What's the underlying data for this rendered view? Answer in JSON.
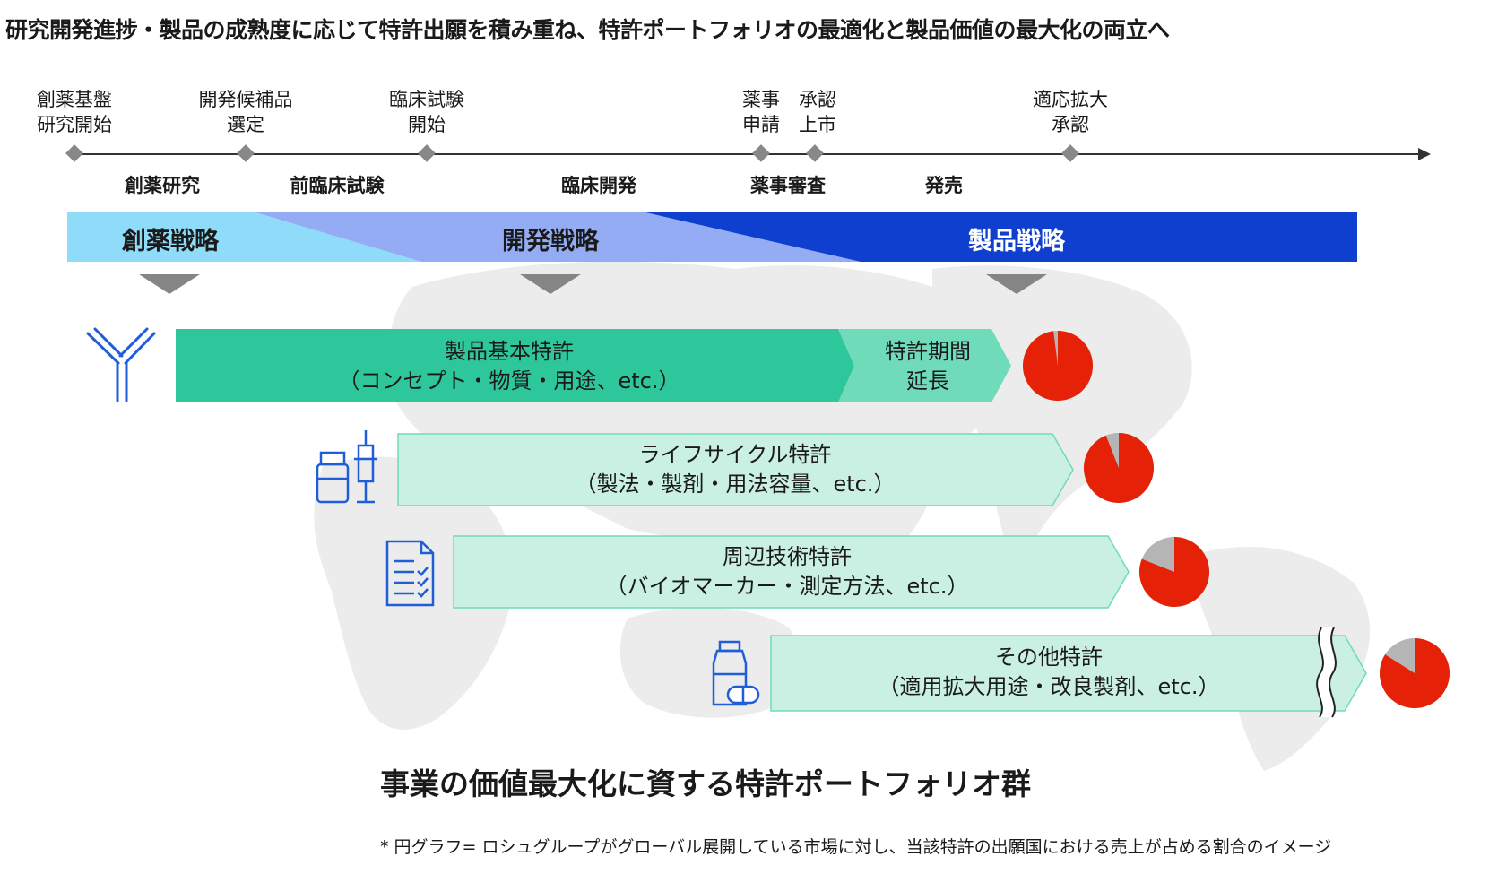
{
  "title": "研究開発進捗・製品の成熟度に応じて特許出願を積み重ね、特許ポートフォリオの最適化と製品価値の最大化の両立へ",
  "milestones": [
    {
      "label": "創薬基盤\n研究開始"
    },
    {
      "label": "開発候補品\n選定"
    },
    {
      "label": "臨床試験\n開始"
    },
    {
      "label": "薬事\n申請"
    },
    {
      "label": "承認\n上市"
    },
    {
      "label": "適応拡大\n承認"
    }
  ],
  "stages": [
    "創薬研究",
    "前臨床試験",
    "臨床開発",
    "薬事審査",
    "発売"
  ],
  "strategies": [
    "創薬戦略",
    "開発戦略",
    "製品戦略"
  ],
  "patents": [
    {
      "label": "製品基本特許\n（コンセプト・物質・用途、etc.）",
      "icon": "antibody-icon",
      "pie_share": 0.98
    },
    {
      "label": "ライフサイクル特許\n（製法・製剤・用法容量、etc.）",
      "icon": "vial-syringe-icon",
      "pie_share": 0.94
    },
    {
      "label": "周辺技術特許\n（バイオマーカー・測定方法、etc.）",
      "icon": "checklist-document-icon",
      "pie_share": 0.81
    },
    {
      "label": "その他特許\n（適用拡大用途・改良製剤、etc.）",
      "icon": "medicine-bottle-pill-icon",
      "pie_share": 0.84
    }
  ],
  "extension_label": "特許期間\n延長",
  "footer_heading": "事業の価値最大化に資する特許ポートフォリオ群",
  "footnote": "* 円グラフ= ロシュグループがグローバル展開している市場に対し、当該特許の出願国における売上が占める割合のイメージ",
  "colors": {
    "accent_red": "#e52207",
    "pie_gray": "#b5b5b5",
    "icon_blue": "#1f5ed8",
    "strategy_1": "#8fdcfa",
    "strategy_2": "#93acf4",
    "strategy_3": "#0e3fcf",
    "bar_teal": "#2ec79b",
    "bar_teal_light": "#6fdbb9",
    "bar_mint": "#c9f0e3",
    "map_gray": "#ececec"
  }
}
